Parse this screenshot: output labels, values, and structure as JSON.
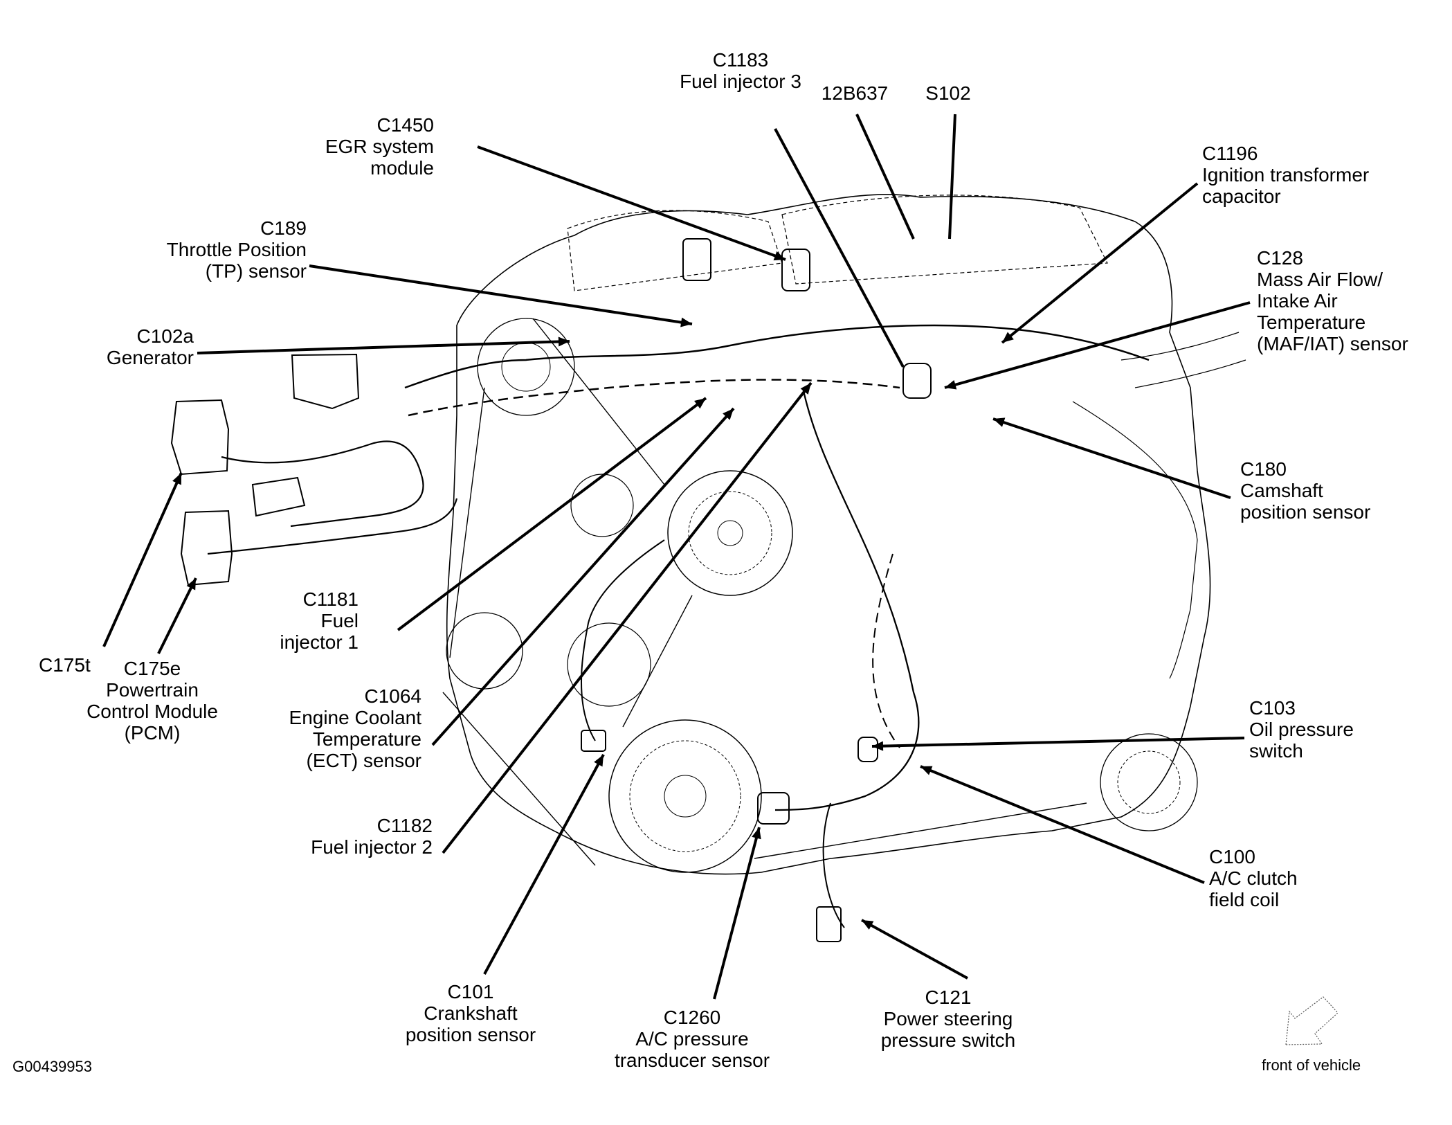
{
  "figure": {
    "id": "G00439953",
    "orientation_label": "front of vehicle",
    "orientation_icon": "front-of-vehicle-arrow-icon"
  },
  "callouts": [
    {
      "code": "C1183",
      "desc": [
        "Fuel injector 3"
      ]
    },
    {
      "code": "12B637",
      "desc": []
    },
    {
      "code": "S102",
      "desc": []
    },
    {
      "code": "C1450",
      "desc": [
        "EGR system",
        "module"
      ]
    },
    {
      "code": "C1196",
      "desc": [
        "Ignition transformer",
        "capacitor"
      ]
    },
    {
      "code": "C189",
      "desc": [
        "Throttle Position",
        "(TP) sensor"
      ]
    },
    {
      "code": "C128",
      "desc": [
        "Mass Air Flow/",
        "Intake Air",
        "Temperature",
        "(MAF/IAT) sensor"
      ]
    },
    {
      "code": "C102a",
      "desc": [
        "Generator"
      ]
    },
    {
      "code": "C180",
      "desc": [
        "Camshaft",
        "position sensor"
      ]
    },
    {
      "code": "C1181",
      "desc": [
        "Fuel",
        "injector 1"
      ]
    },
    {
      "code": "C175t",
      "desc": []
    },
    {
      "code": "C175e",
      "desc": [
        "Powertrain",
        "Control Module",
        "(PCM)"
      ]
    },
    {
      "code": "C1064",
      "desc": [
        "Engine Coolant",
        "Temperature",
        "(ECT) sensor"
      ]
    },
    {
      "code": "C103",
      "desc": [
        "Oil pressure",
        "switch"
      ]
    },
    {
      "code": "C1182",
      "desc": [
        "Fuel injector 2"
      ]
    },
    {
      "code": "C100",
      "desc": [
        "A/C clutch",
        "field coil"
      ]
    },
    {
      "code": "C101",
      "desc": [
        "Crankshaft",
        "position sensor"
      ]
    },
    {
      "code": "C1260",
      "desc": [
        "A/C pressure",
        "transducer sensor"
      ]
    },
    {
      "code": "C121",
      "desc": [
        "Power steering",
        "pressure switch"
      ]
    }
  ]
}
